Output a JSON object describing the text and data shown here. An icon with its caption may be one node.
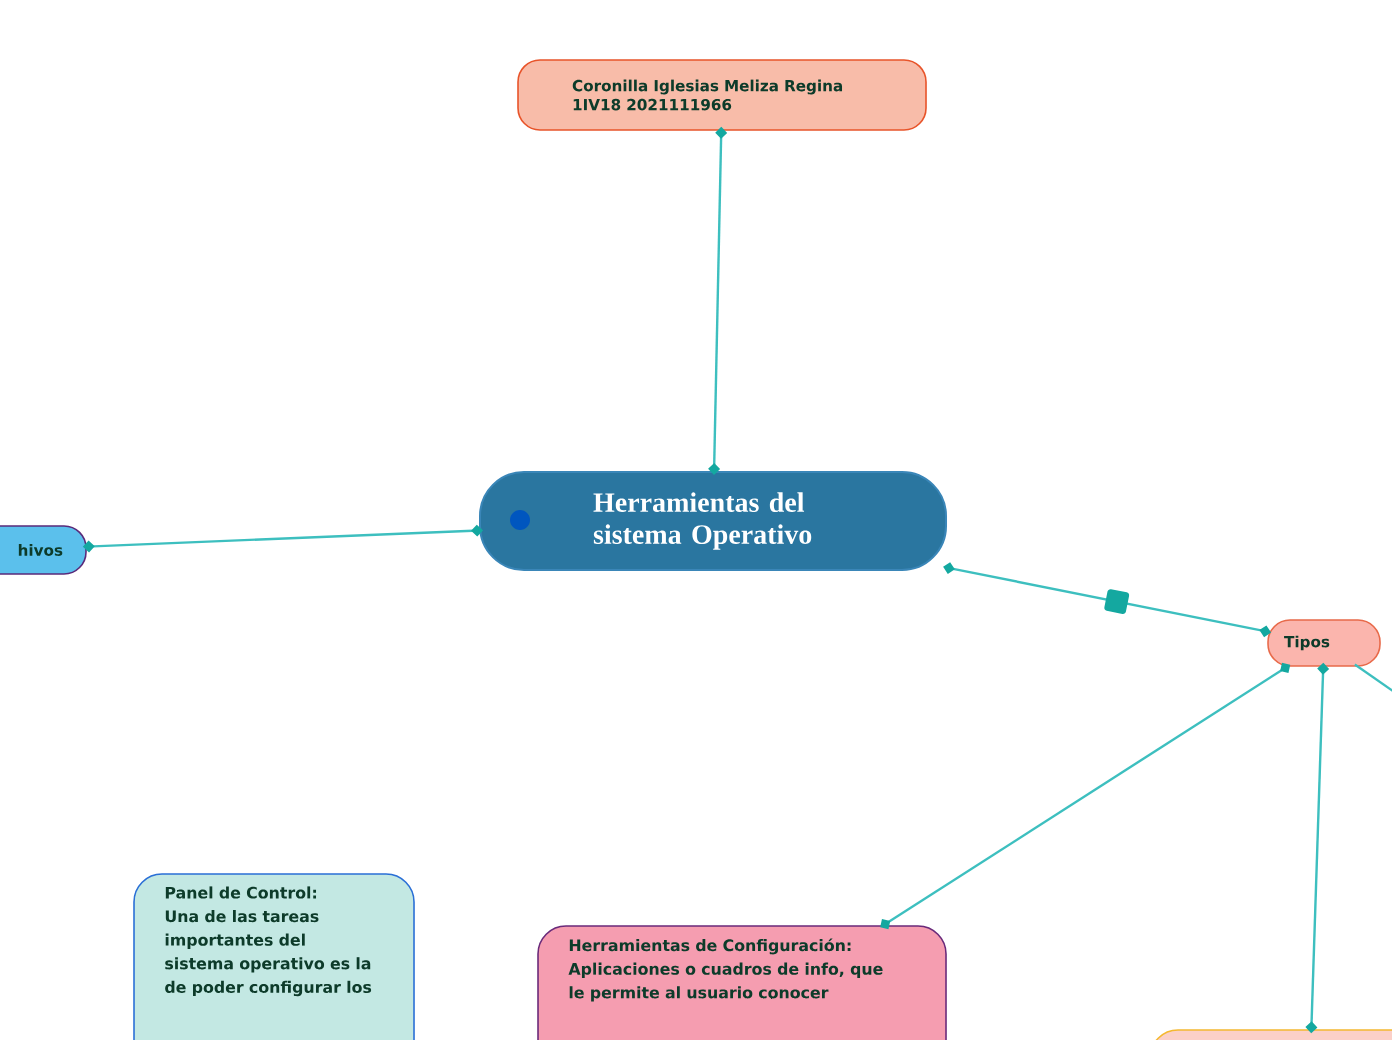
{
  "diagram": {
    "nodes": [
      {
        "text": [
          "Coronilla Iglesias Meliza Regina 1IV18      2021111966"
        ]
      },
      {
        "text": [
          "Herramientas del sistema Operativo"
        ]
      },
      {
        "text": [
          "hivos"
        ]
      },
      {
        "text": [
          "Tipos"
        ]
      },
      {
        "text": [
          "Panel de Control: Una de las tareas importantes del sistema operativo es la de poder configurar los"
        ]
      },
      {
        "text": [
          "Herramientas de Configuración: Aplicaciones o cuadros de info, que le permite al usuario conocer"
        ]
      },
      {
        "text": [],
        "shape": "box"
      }
    ],
    "edges": [
      {
        "from": 1,
        "to": 0,
        "arrow": "other"
      },
      {
        "from": 1,
        "to": 2,
        "arrow": "other"
      },
      {
        "from": 1,
        "to": 3,
        "arrow": "other"
      },
      {
        "from": 3,
        "to": 5,
        "arrow": "other"
      },
      {
        "from": 3,
        "to": 6,
        "arrow": "other"
      },
      {
        "from": 3,
        "to": null,
        "arrow": "none"
      }
    ]
  }
}
